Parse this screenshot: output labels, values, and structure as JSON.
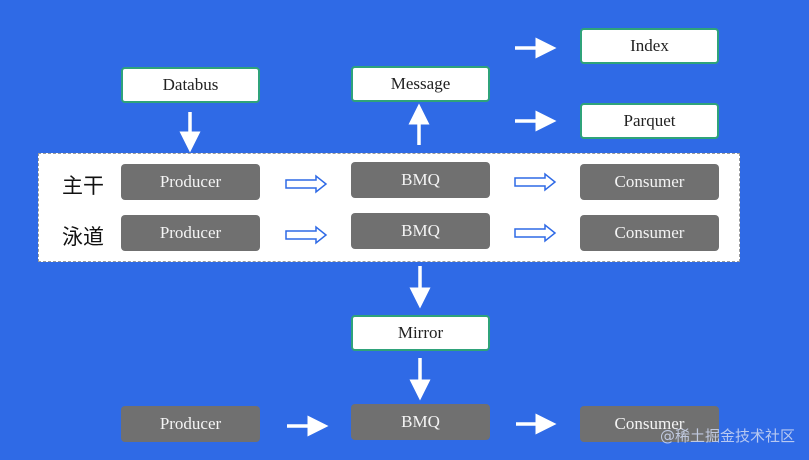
{
  "top": {
    "databus": "Databus",
    "message": "Message",
    "index": "Index",
    "parquet": "Parquet"
  },
  "lanes": {
    "main_label": "主干",
    "swim_label": "泳道",
    "main": {
      "producer": "Producer",
      "bmq": "BMQ",
      "consumer": "Consumer"
    },
    "swim": {
      "producer": "Producer",
      "bmq": "BMQ",
      "consumer": "Consumer"
    }
  },
  "mirror": "Mirror",
  "bottom": {
    "producer": "Producer",
    "bmq": "BMQ",
    "consumer": "Consumer"
  },
  "watermark": "@稀土掘金技术社区",
  "colors": {
    "background": "#2f6ae6",
    "gray_box": "#707070",
    "white_box": "#ffffff",
    "box_border": "#2fa37a"
  }
}
